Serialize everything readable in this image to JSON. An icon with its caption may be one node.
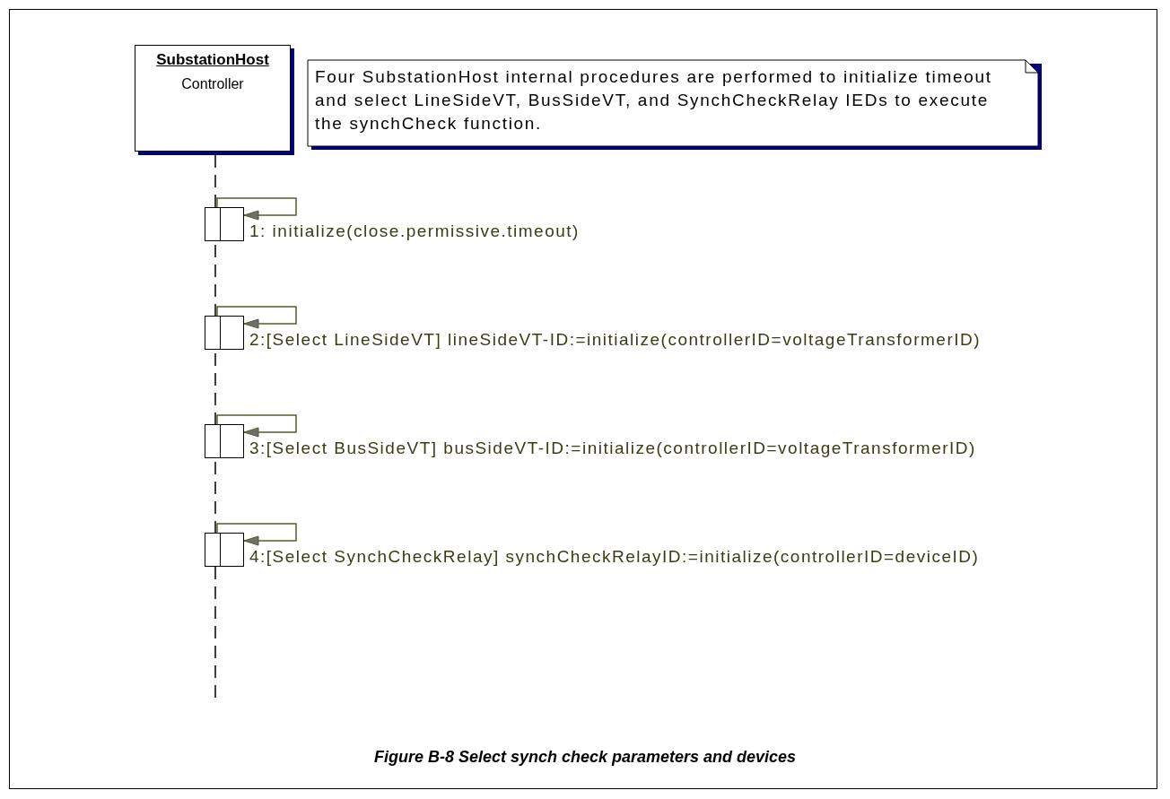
{
  "diagram": {
    "caption": "Figure B-8 Select synch check parameters and devices",
    "nodes": [
      {
        "text": [
          "SubstationHost",
          "Controller"
        ]
      },
      {
        "text": [
          "Four SubstationHost internal procedures are performed to initialize timeout and select LineSideVT, BusSideVT, and SynchCheckRelay IEDs to execute the synchCheck function."
        ]
      },
      {
        "text": [],
        "shape": "bar"
      },
      {
        "text": [],
        "shape": "bar"
      },
      {
        "text": [],
        "shape": "bar"
      },
      {
        "text": [],
        "shape": "bar"
      },
      {
        "text": [],
        "shape": "bar"
      },
      {
        "text": [],
        "shape": "bar"
      },
      {
        "text": [],
        "shape": "bar"
      },
      {
        "text": [],
        "shape": "bar"
      }
    ],
    "edges": [
      {
        "from": 0,
        "to": 2,
        "arrow": "none",
        "style": "dashed"
      },
      {
        "from": 2,
        "to": 3,
        "arrow": "to",
        "label": "1: initialize(close.permissive.timeout)",
        "color": "#5b5b2e"
      },
      {
        "from": 2,
        "to": 4,
        "arrow": "none",
        "style": "dashed"
      },
      {
        "from": 4,
        "to": 5,
        "arrow": "to",
        "label": "2:[Select LineSideVT] lineSideVT-ID:=initialize(controllerID=voltageTransformerID)",
        "color": "#5b5b2e"
      },
      {
        "from": 4,
        "to": 6,
        "arrow": "none",
        "style": "dashed"
      },
      {
        "from": 6,
        "to": 7,
        "arrow": "to",
        "label": "3:[Select BusSideVT] busSideVT-ID:=initialize(controllerID=voltageTransformerID)",
        "color": "#5b5b2e"
      },
      {
        "from": 6,
        "to": 8,
        "arrow": "none",
        "style": "dashed"
      },
      {
        "from": 8,
        "to": 9,
        "arrow": "to",
        "label": "4:[Select SynchCheckRelay] synchCheckRelayID:=initialize(controllerID=deviceID)",
        "color": "#5b5b2e"
      }
    ]
  }
}
